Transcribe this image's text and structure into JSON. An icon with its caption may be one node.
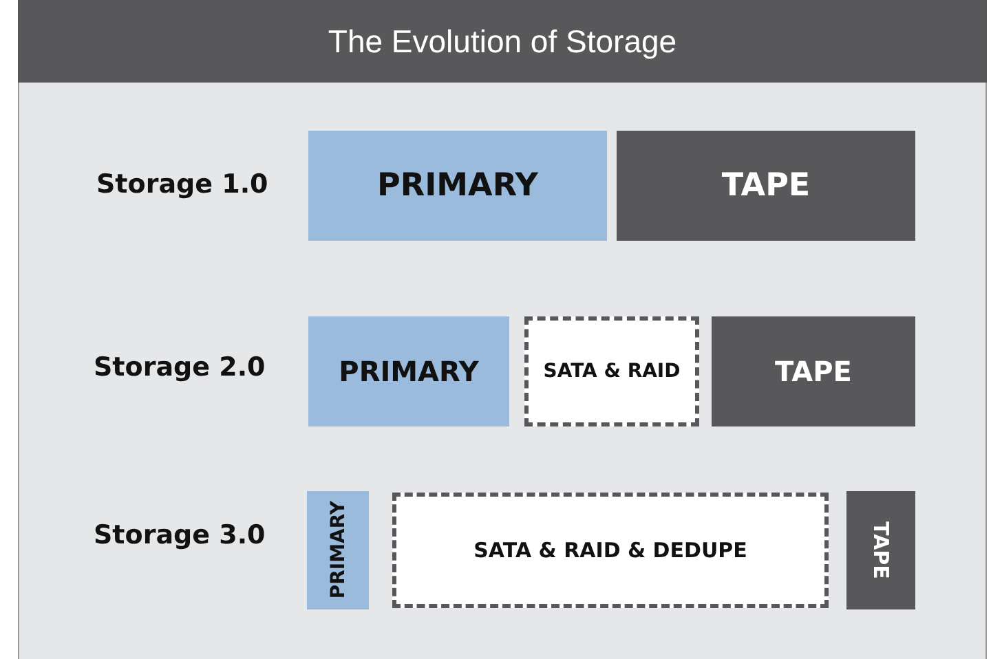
{
  "diagram": {
    "title": "The Evolution of Storage",
    "nodes": [
      {
        "text": [
          "PRIMARY"
        ]
      },
      {
        "text": [
          "TAPE"
        ]
      },
      {
        "text": [
          "PRIMARY"
        ]
      },
      {
        "text": [
          "SATA & RAID"
        ]
      },
      {
        "text": [
          "TAPE"
        ]
      },
      {
        "text": [
          "PRIMARY"
        ]
      },
      {
        "text": [
          "SATA & RAID & DEDUPE"
        ]
      },
      {
        "text": [
          "TAPE"
        ]
      }
    ],
    "labels": [
      "Storage 1.0",
      "Storage 2.0",
      "Storage 3.0"
    ]
  }
}
